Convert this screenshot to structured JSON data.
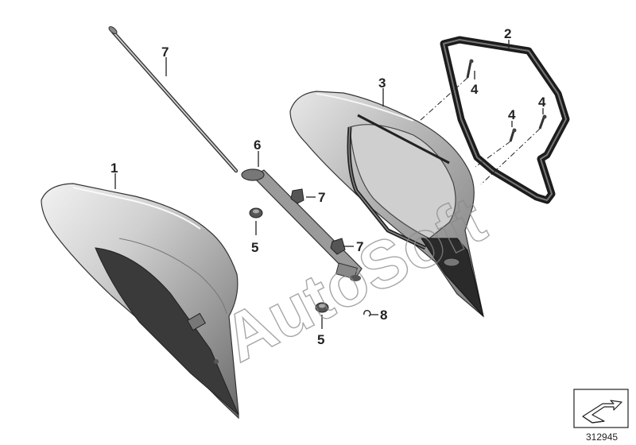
{
  "callouts": {
    "c1": "1",
    "c2": "2",
    "c3": "3",
    "c4a": "4",
    "c4b": "4",
    "c4c": "4",
    "c5a": "5",
    "c5b": "5",
    "c6": "6",
    "c7a": "7",
    "c7b": "7",
    "c7c": "7",
    "c8": "8"
  },
  "watermark": "AutoSoft",
  "document_number": "312945",
  "icons": {
    "nav": "arrow-glyph-icon"
  }
}
